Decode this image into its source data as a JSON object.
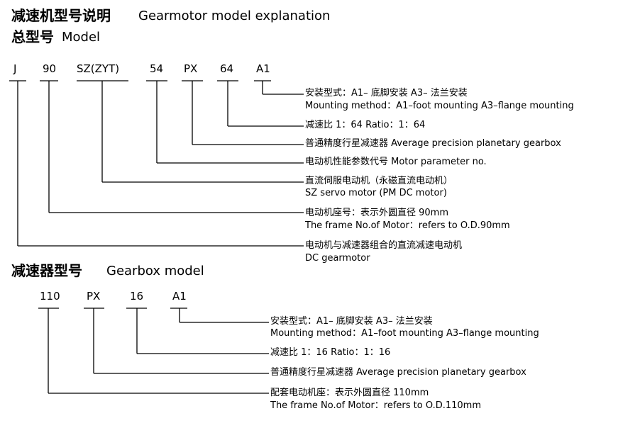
{
  "section1": {
    "title_cn": "减速机型号说明",
    "title_en": "Gearmotor model explanation",
    "subtitle_cn": "总型号",
    "subtitle_en": "Model",
    "codes": [
      "J",
      "90",
      "SZ(ZYT)",
      "54",
      "PX",
      "64",
      "A1"
    ],
    "descriptions": [
      {
        "cn": "安装型式：A1– 底脚安装  A3– 法兰安装",
        "en": "Mounting method：A1–foot mounting A3–flange mounting"
      },
      {
        "cn": "减速比 1：64     Ratio：1：64",
        "en": ""
      },
      {
        "cn": "普通精度行星减速器 Average precision planetary gearbox",
        "en": ""
      },
      {
        "cn": "电动机性能参数代号 Motor parameter no.",
        "en": ""
      },
      {
        "cn": "直流伺服电动机（永磁直流电动机）",
        "en": "SZ servo motor (PM DC motor)"
      },
      {
        "cn": "电动机座号：表示外圆直径 90mm",
        "en": "The frame No.of Motor：refers to O.D.90mm"
      },
      {
        "cn": "电动机与减速器组合的直流减速电动机",
        "en": "DC gearmotor"
      }
    ]
  },
  "section2": {
    "title_cn": "减速器型号",
    "title_en": "Gearbox model",
    "codes": [
      "110",
      "PX",
      "16",
      "A1"
    ],
    "descriptions": [
      {
        "cn": "安装型式：A1– 底脚安装  A3– 法兰安装",
        "en": "Mounting method：A1–foot mounting A3–flange mounting"
      },
      {
        "cn": "减速比 1：16     Ratio：1：16",
        "en": ""
      },
      {
        "cn": "普通精度行星减速器 Average precision planetary gearbox",
        "en": ""
      },
      {
        "cn": "配套电动机座：表示外圆直径 110mm",
        "en": "The frame No.of Motor：refers to O.D.110mm"
      }
    ]
  }
}
